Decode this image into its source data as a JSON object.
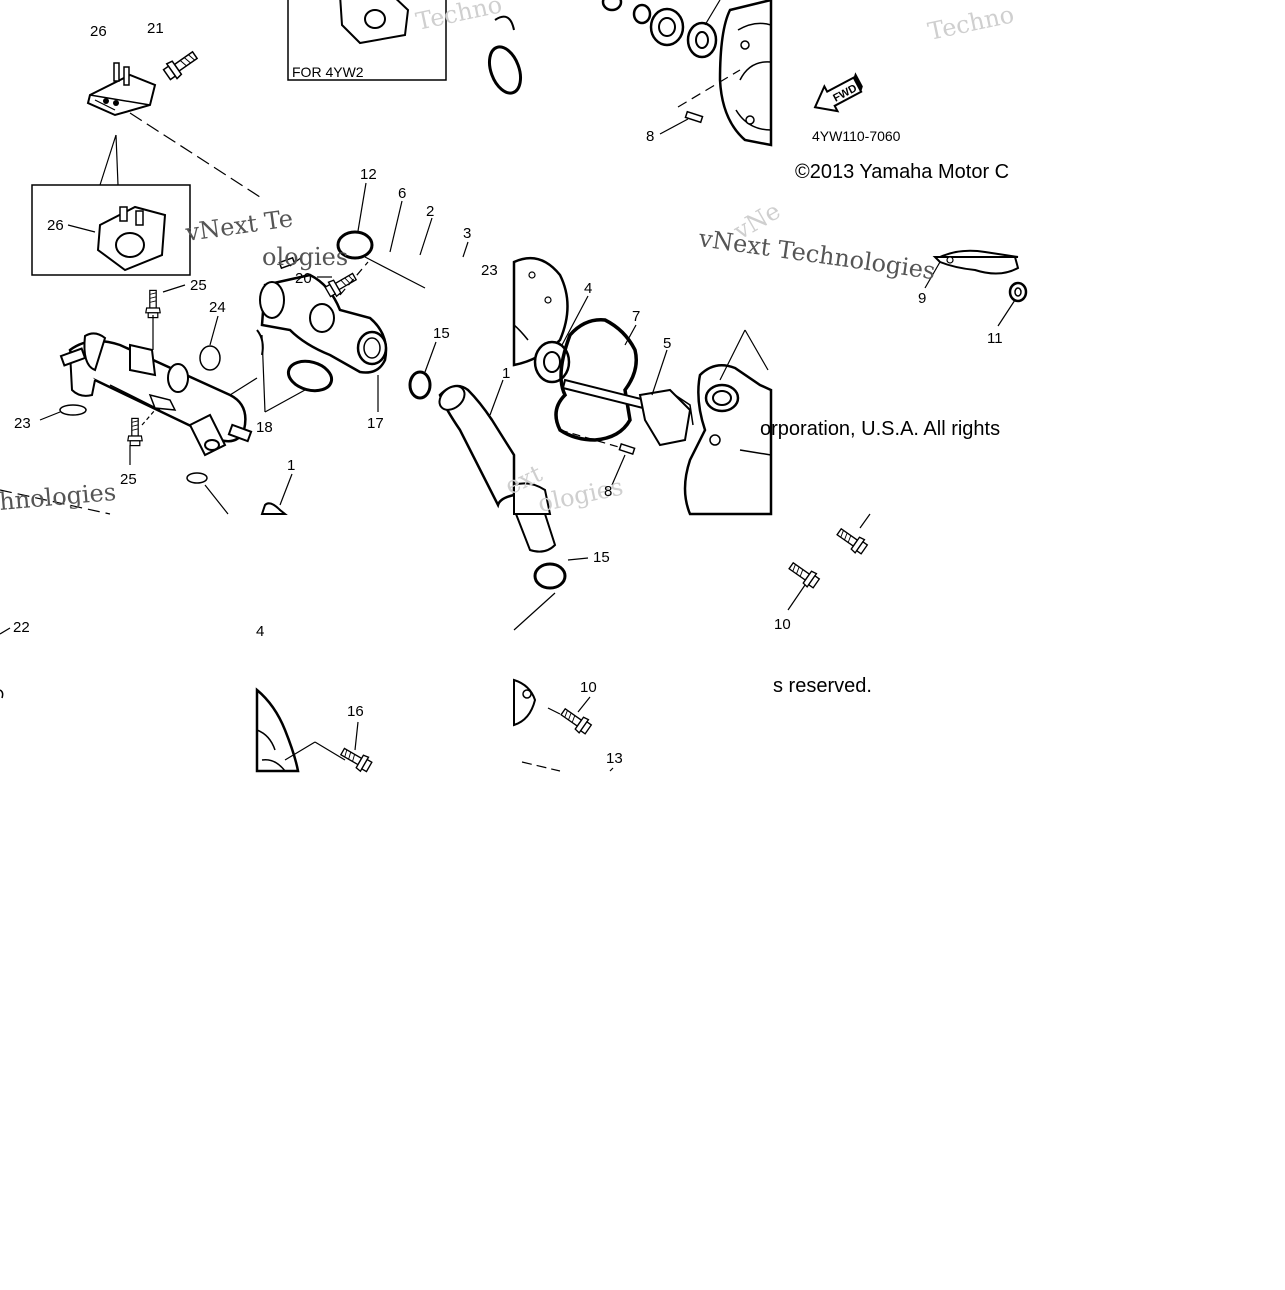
{
  "diagram_code": "4YW110-7060",
  "copyright_text_1": "©2013 Yamaha Motor C",
  "copyright_text_2": "orporation, U.S.A. All rights",
  "copyright_text_3": "s reserved.",
  "inset_label": "FOR 4YW2",
  "fwd_label": "FWD",
  "watermark_text": "vNext Technologies",
  "watermark_fragments": [
    "Techno",
    "Techno",
    "vNe",
    "vNext Te",
    "ologies",
    "vNext Technologies",
    "hnologies",
    "ext",
    "ologies"
  ],
  "callouts": [
    {
      "id": "c26a",
      "label": "26"
    },
    {
      "id": "c21",
      "label": "21"
    },
    {
      "id": "c26b",
      "label": "26"
    },
    {
      "id": "c8a",
      "label": "8"
    },
    {
      "id": "c12",
      "label": "12"
    },
    {
      "id": "c6",
      "label": "6"
    },
    {
      "id": "c2",
      "label": "2"
    },
    {
      "id": "c3",
      "label": "3"
    },
    {
      "id": "c23a",
      "label": "23"
    },
    {
      "id": "c20",
      "label": "20"
    },
    {
      "id": "c25a",
      "label": "25"
    },
    {
      "id": "c24",
      "label": "24"
    },
    {
      "id": "c15a",
      "label": "15"
    },
    {
      "id": "c4a",
      "label": "4"
    },
    {
      "id": "c7",
      "label": "7"
    },
    {
      "id": "c5",
      "label": "5"
    },
    {
      "id": "c9",
      "label": "9"
    },
    {
      "id": "c11",
      "label": "11"
    },
    {
      "id": "c23b",
      "label": "23"
    },
    {
      "id": "c18",
      "label": "18"
    },
    {
      "id": "c17",
      "label": "17"
    },
    {
      "id": "c1a",
      "label": "1"
    },
    {
      "id": "c25b",
      "label": "25"
    },
    {
      "id": "c8b",
      "label": "8"
    },
    {
      "id": "c1b",
      "label": "1"
    },
    {
      "id": "c15b",
      "label": "15"
    },
    {
      "id": "c10a",
      "label": "10"
    },
    {
      "id": "c22",
      "label": "22"
    },
    {
      "id": "c4b",
      "label": "4"
    },
    {
      "id": "c10b",
      "label": "10"
    },
    {
      "id": "c16",
      "label": "16"
    },
    {
      "id": "c13",
      "label": "13"
    }
  ]
}
